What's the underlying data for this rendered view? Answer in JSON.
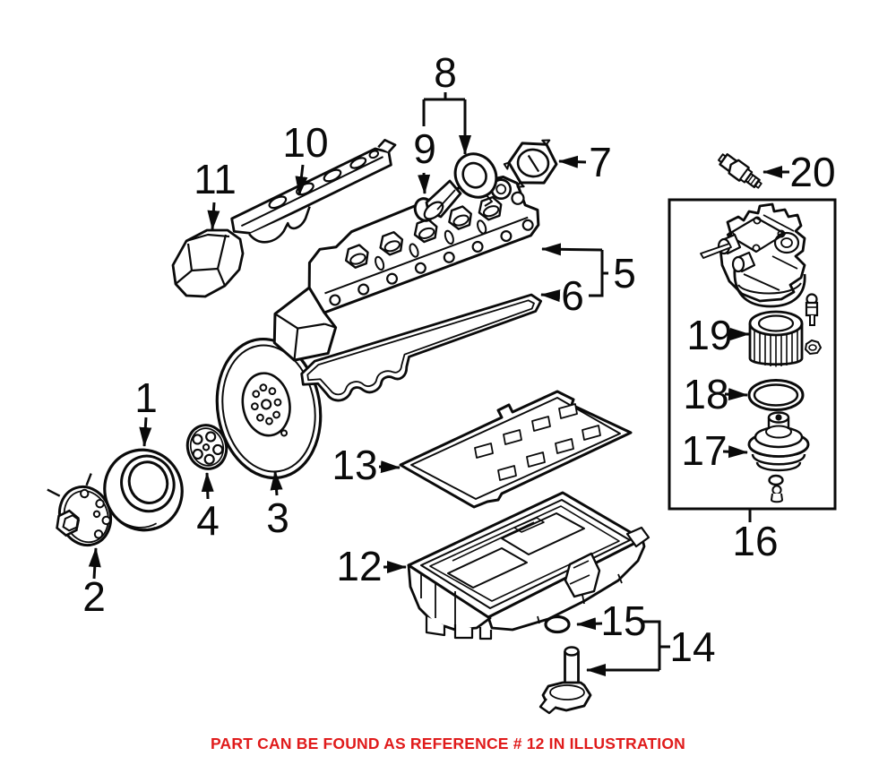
{
  "footer": {
    "text": "PART CAN BE FOUND AS REFERENCE # 12 IN ILLUSTRATION"
  },
  "colors": {
    "line": "#0a0a0a",
    "background": "#ffffff",
    "note_red": "#e01b1b"
  },
  "callouts": [
    "1",
    "2",
    "3",
    "4",
    "5",
    "6",
    "7",
    "8",
    "9",
    "10",
    "11",
    "12",
    "13",
    "14",
    "15",
    "16",
    "17",
    "18",
    "19",
    "20"
  ]
}
